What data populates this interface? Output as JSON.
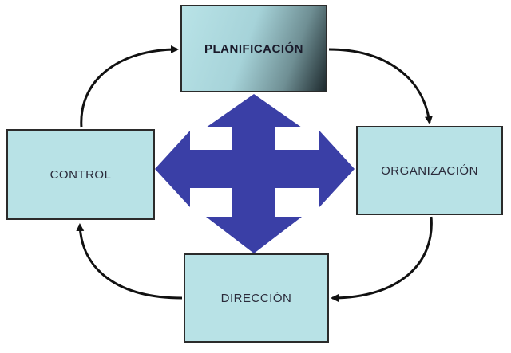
{
  "diagram": {
    "nodes": {
      "top": "PLANIFICACIÓN",
      "right": "ORGANIZACIÓN",
      "bottom": "DIRECCIÓN",
      "left": "CONTROL"
    },
    "cycle_order": [
      "PLANIFICACIÓN",
      "ORGANIZACIÓN",
      "DIRECCIÓN",
      "CONTROL"
    ],
    "colors": {
      "box_fill": "#b8e2e6",
      "box_border": "#2b2b2b",
      "center_arrow": "#3a3fa6",
      "cycle_arrow": "#111111"
    },
    "center_icon": "four-way-arrow-icon"
  }
}
